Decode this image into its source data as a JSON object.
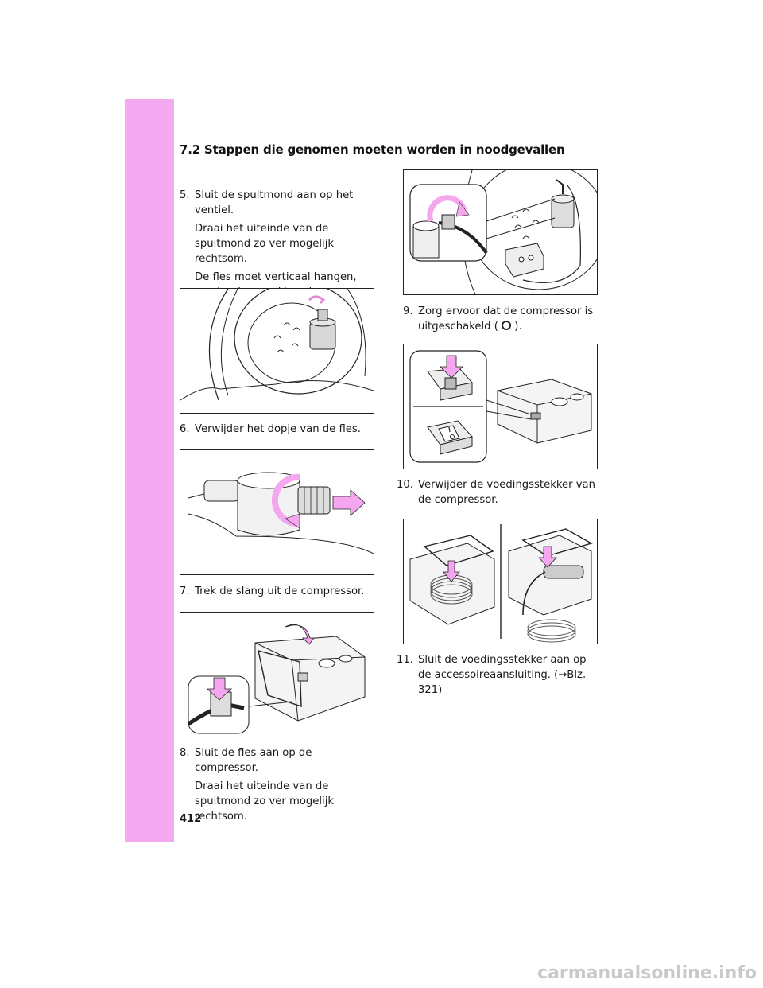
{
  "header": {
    "title": "7.2 Stappen die genomen moeten worden in noodgevallen"
  },
  "page_number": "412",
  "watermark": "carmanualsonline.info",
  "steps": {
    "s5": {
      "num": "5.",
      "text": "Sluit de spuitmond aan op het ventiel.",
      "sub1": "Draai het uiteinde van de spuitmond zo ver mogelijk rechtsom.",
      "sub2": "De fles moet verticaal hangen, zonder de grond te raken. Verplaats de auto als de fles niet verticaal hangt, tot het ventiel zich op de juiste plaats bevindt."
    },
    "s6": {
      "num": "6.",
      "text": "Verwijder het dopje van de fles."
    },
    "s7": {
      "num": "7.",
      "text": "Trek de slang uit de compressor."
    },
    "s8": {
      "num": "8.",
      "text": "Sluit de fles aan op de compressor.",
      "sub1": "Draai het uiteinde van de spuitmond zo ver mogelijk rechtsom."
    },
    "s9": {
      "num": "9.",
      "text_a": "Zorg ervoor dat de compressor is uitgeschakeld (",
      "text_b": ")."
    },
    "s10": {
      "num": "10.",
      "text": "Verwijder de voedingsstekker van de compressor."
    },
    "s11": {
      "num": "11.",
      "text": "Sluit de voedingsstekker aan op de accessoireaansluiting. (→Blz. 321)"
    }
  },
  "colors": {
    "sidebar": "#f4aaf0",
    "arrow": "#f4a6ef"
  }
}
